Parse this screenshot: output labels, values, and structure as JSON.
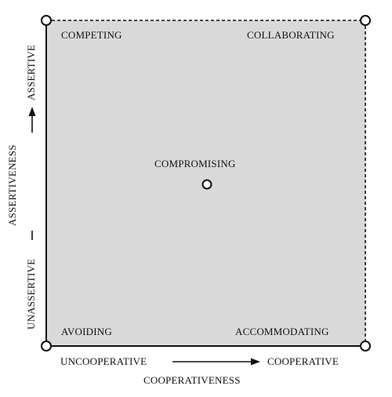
{
  "quadrants": {
    "top_left": "COMPETING",
    "top_right": "COLLABORATING",
    "center": "COMPROMISING",
    "bottom_left": "AVOIDING",
    "bottom_right": "ACCOMMODATING"
  },
  "x_axis": {
    "low": "UNCOOPERATIVE",
    "high": "COOPERATIVE",
    "title": "COOPERATIVENESS"
  },
  "y_axis": {
    "low": "UNASSERTIVE",
    "high": "ASSERTIVE",
    "title": "ASSERTIVENESS"
  },
  "colors": {
    "panel_fill": "#d9d9d9",
    "ink": "#111111",
    "background": "#ffffff"
  }
}
